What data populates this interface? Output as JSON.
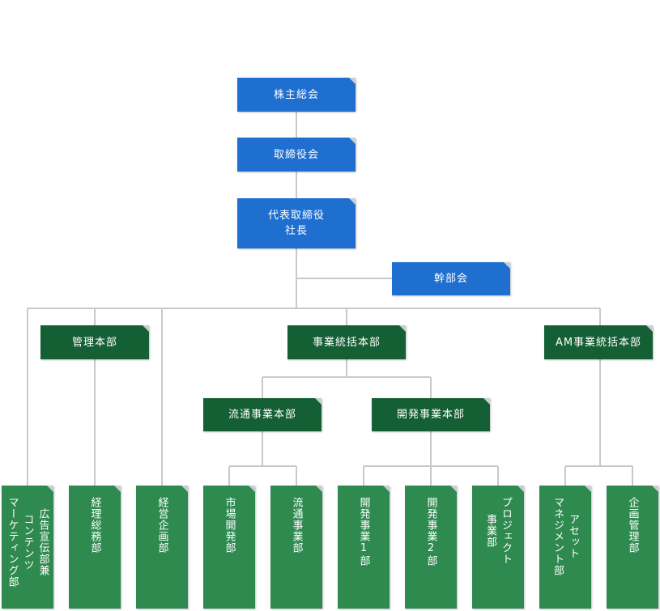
{
  "colors": {
    "top": "#1f6fd1",
    "division": "#155f34",
    "department": "#2e8a4f",
    "line": "#c9c9c9"
  },
  "top": {
    "shareholders": "株主総会",
    "board": "取締役会",
    "president": "代表取締役\n社長",
    "executive": "幹部会"
  },
  "divisions": {
    "admin": "管理本部",
    "business": "事業統括本部",
    "am": "AM事業統括本部",
    "distribution": "流通事業本部",
    "development": "開発事業本部"
  },
  "departments": {
    "ad": [
      "広告宣伝部兼",
      "コンテンツ",
      "マーケティング部"
    ],
    "general_affairs": [
      "経理総務部"
    ],
    "corporate_planning": [
      "経営企画部"
    ],
    "market_dev": [
      "市場開発部"
    ],
    "distribution_biz": [
      "流通事業部"
    ],
    "dev1": [
      "開発事業1部"
    ],
    "dev2": [
      "開発事業2部"
    ],
    "project": [
      "プロジェクト",
      "事業部"
    ],
    "asset": [
      "アセット",
      "マネジメント部"
    ],
    "planning_mgmt": [
      "企画管理部"
    ]
  }
}
